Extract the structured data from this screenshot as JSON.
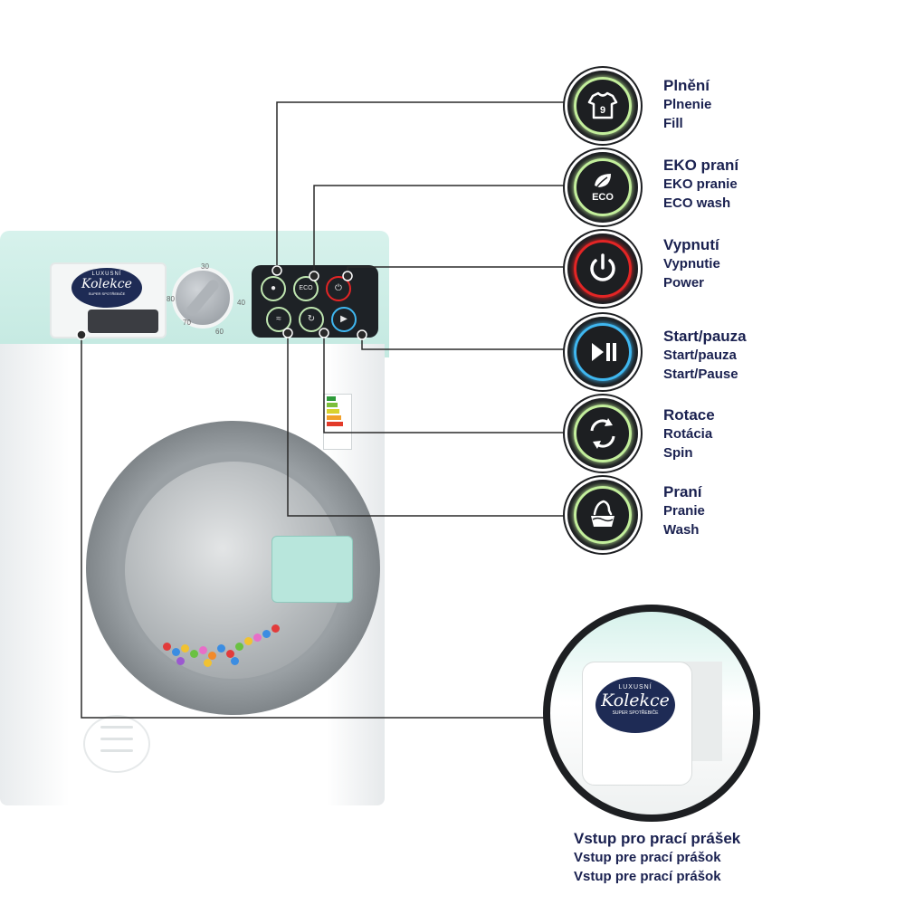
{
  "brand": {
    "top_text": "LUXUSNÍ",
    "name": "Kolekce",
    "sub_text": "SUPER SPOTŘEBIČE"
  },
  "dial": {
    "numbers": [
      "30",
      "40",
      "60",
      "70",
      "80"
    ]
  },
  "panel_buttons": {
    "eco_short": "ECO"
  },
  "callouts": [
    {
      "id": "fill",
      "icon": "tshirt-icon",
      "lines": [
        "Plnění",
        "Plnenie",
        "Fill"
      ],
      "ring_color": "#c3ef9c"
    },
    {
      "id": "eco",
      "icon": "eco-leaf-icon",
      "icon_text": "ECO",
      "lines": [
        "EKO praní",
        "EKO pranie",
        "ECO wash"
      ],
      "ring_color": "#c3ef9c"
    },
    {
      "id": "power",
      "icon": "power-icon",
      "lines": [
        "Vypnutí",
        "Vypnutie",
        "Power"
      ],
      "ring_color": "#e32525"
    },
    {
      "id": "start",
      "icon": "play-pause-icon",
      "lines": [
        "Start/pauza",
        "Start/pauza",
        "Start/Pause"
      ],
      "ring_color": "#3fb7f0"
    },
    {
      "id": "spin",
      "icon": "spin-arrows-icon",
      "lines": [
        "Rotace",
        "Rotácia",
        "Spin"
      ],
      "ring_color": "#c3ef9c"
    },
    {
      "id": "wash",
      "icon": "hand-wash-icon",
      "lines": [
        "Praní",
        "Pranie",
        "Wash"
      ],
      "ring_color": "#c3ef9c"
    }
  ],
  "detergent_callout": {
    "lines": [
      "Vstup pro prací prášek",
      "Vstup pre prací prášok",
      "Vstup pre prací prášok"
    ]
  },
  "colors": {
    "label_text": "#1a2150",
    "mint_panel": "#c4e9e1",
    "icon_background": "#1d1f22"
  }
}
